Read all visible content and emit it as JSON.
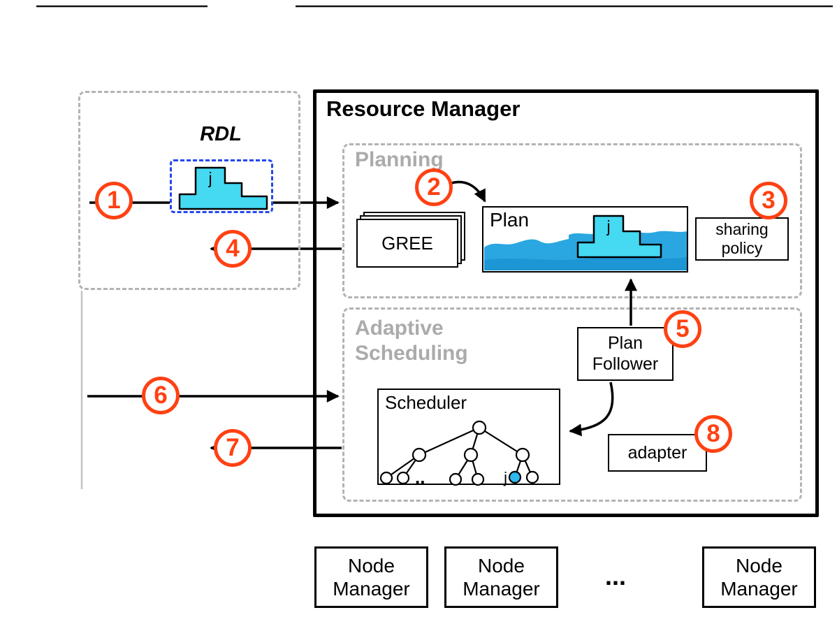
{
  "resource_manager": {
    "title": "Resource Manager"
  },
  "client": {
    "rdl_label": "RDL",
    "job_label": "j"
  },
  "planning": {
    "label": "Planning",
    "gree_label": "GREE",
    "plan_label": "Plan",
    "plan_job_label": "j",
    "sharing_policy_label": "sharing\npolicy"
  },
  "adaptive_scheduling": {
    "label": "Adaptive\nScheduling",
    "plan_follower_label": "Plan\nFollower",
    "scheduler_label": "Scheduler",
    "adapter_label": "adapter",
    "tree_job_label": "j",
    "tree_ellipsis": ".."
  },
  "steps": [
    "1",
    "2",
    "3",
    "4",
    "5",
    "6",
    "7",
    "8"
  ],
  "node_managers": {
    "items": [
      "Node\nManager",
      "Node\nManager",
      "Node\nManager"
    ],
    "ellipsis": "..."
  },
  "colors": {
    "accent": "#FF4113",
    "job_fill": "#45D9F2",
    "plan_water": "#2AA7E0",
    "plan_water_deep": "#0E86C8",
    "rdl_dash": "#2547F0",
    "dashed_gray": "#B3B3B3",
    "gray_label": "#ABABAB"
  }
}
